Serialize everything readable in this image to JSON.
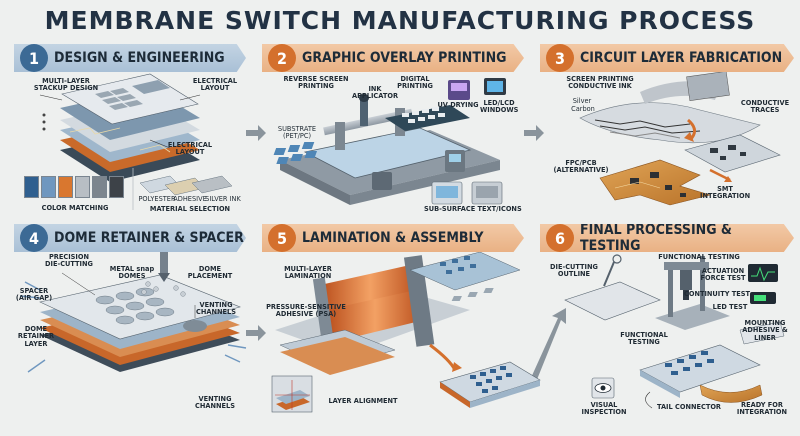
{
  "title": "MEMBRANE SWITCH MANUFACTURING PROCESS",
  "steps": [
    {
      "num": "1",
      "title": "DESIGN & ENGINEERING"
    },
    {
      "num": "2",
      "title": "GRAPHIC OVERLAY PRINTING"
    },
    {
      "num": "3",
      "title": "CIRCUIT LAYER FABRICATION"
    },
    {
      "num": "4",
      "title": "DOME RETAINER & SPACER"
    },
    {
      "num": "5",
      "title": "LAMINATION & ASSEMBLY"
    },
    {
      "num": "6",
      "title": "FINAL PROCESSING & TESTING"
    }
  ],
  "panel1": {
    "stackup": "MULTI-LAYER\nSTACKUP DESIGN",
    "electrical_top": "ELECTRICAL\nLAYOUT",
    "electrical_bottom": "ELECTRICAL\nLAYOUT",
    "color_matching": "COLOR MATCHING",
    "polyester": "POLYESTER",
    "adhesive": "ADHESIVE",
    "silver_ink": "SILVER INK",
    "material_selection": "MATERIAL SELECTION",
    "swatch_colors": [
      "#2f5f8f",
      "#6f97bf",
      "#d9772f",
      "#b8bec4",
      "#7c858e",
      "#3d4248"
    ]
  },
  "panel2": {
    "reverse": "REVERSE SCREEN\nPRINTING",
    "ink": "INK\nAPPLICATOR",
    "digital": "DIGITAL\nPRINTING",
    "uv": "UV DRYING",
    "led": "LED/LCD\nWINDOWS",
    "substrate": "SUBSTRATE\n(PET/PC)",
    "subsurface": "SUB-SURFACE TEXT/ICONS"
  },
  "panel3": {
    "screen": "SCREEN PRINTING\nCONDUCTIVE INK",
    "silver": "Silver",
    "carbon": "Carbon",
    "traces": "CONDUCTIVE\nTRACES",
    "fpc": "FPC/PCB\n(ALTERNATIVE)",
    "smt": "SMT\nINTEGRATION"
  },
  "panel4": {
    "precision": "PRECISION\nDIE-CUTTING",
    "metal": "METAL snap\nDOMES",
    "dome_placement": "DOME\nPLACEMENT",
    "spacer": "SPACER\n(AIR GAP)",
    "venting_top": "VENTING\nCHANNELS",
    "retainer": "DOME\nRETAINER\nLAYER",
    "venting_bottom": "VENTING\nCHANNELS"
  },
  "panel5": {
    "multilayer": "MULTI-LAYER\nLAMINATION",
    "psa": "PRESSURE-SENSITIVE\nADHESIVE (PSA)",
    "alignment": "LAYER ALIGNMENT"
  },
  "panel6": {
    "diecut": "DIE-CUTTING\nOUTLINE",
    "functional_top": "FUNCTIONAL TESTING",
    "actuation": "ACTUATION\nFORCE TEST",
    "continuity": "CONTINUITY TEST",
    "led_test": "LED TEST",
    "functional_mid": "FUNCTIONAL\nTESTING",
    "mounting": "MOUNTING\nADHESIVE &\nLINER",
    "visual": "VISUAL\nINSPECTION",
    "tail": "TAIL CONNECTOR",
    "ready": "READY FOR\nINTEGRATION"
  }
}
